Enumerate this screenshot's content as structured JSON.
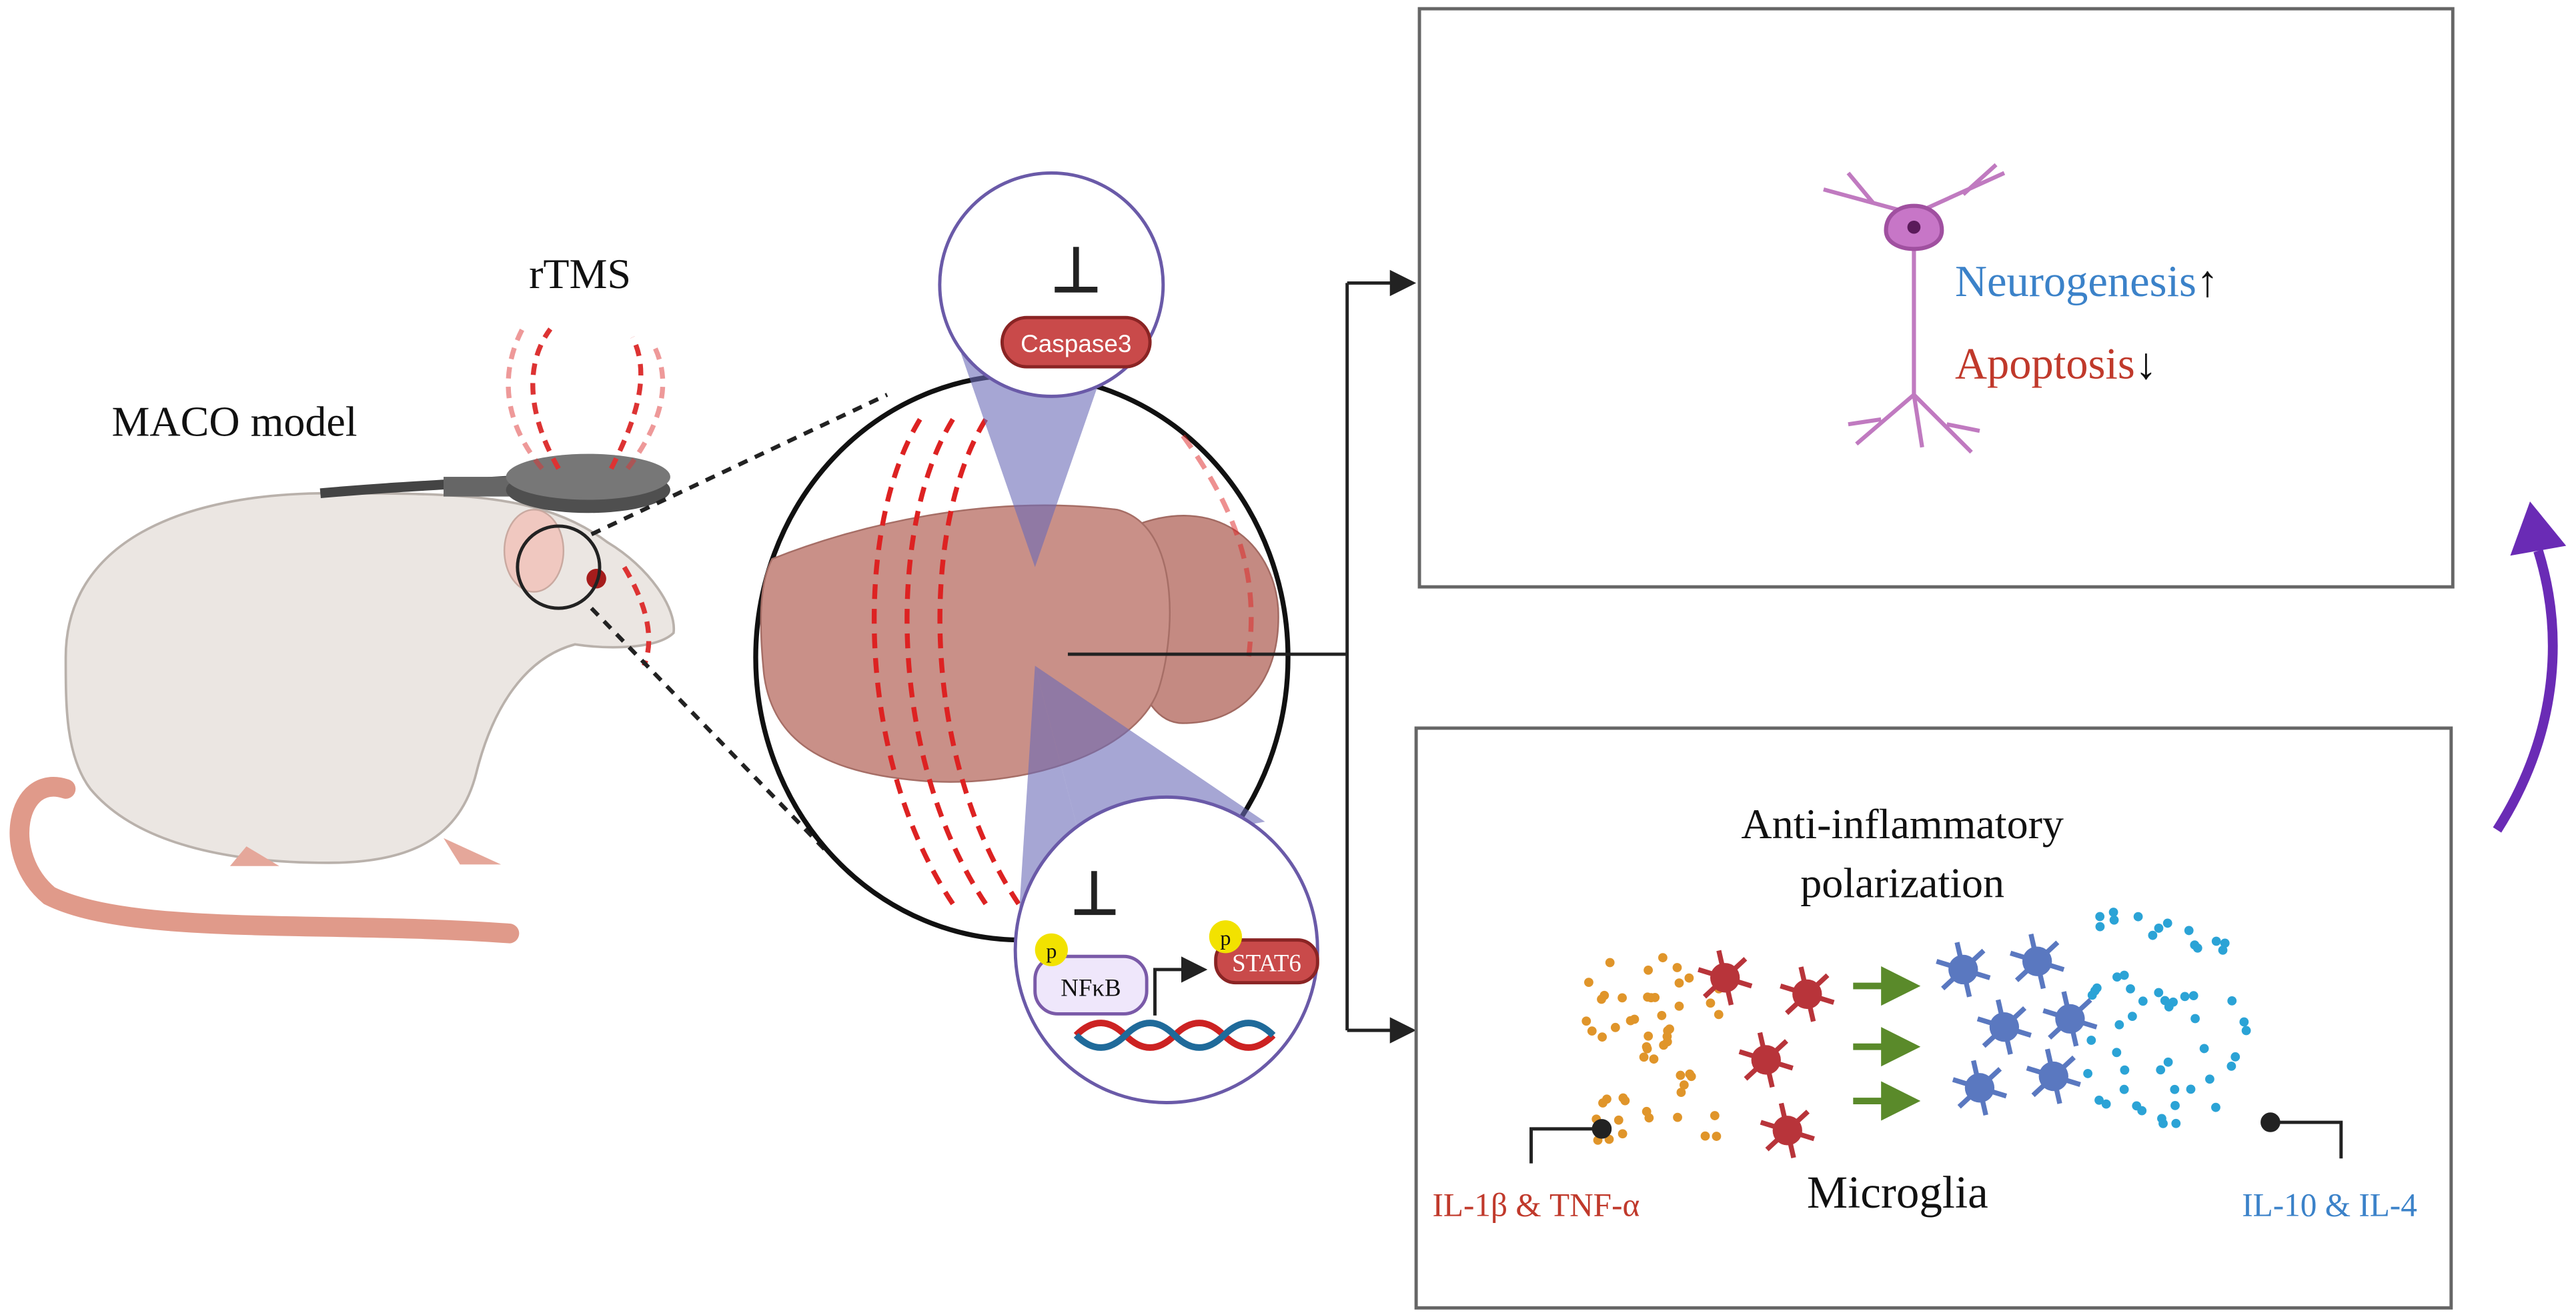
{
  "labels": {
    "model": "MACO model",
    "stimulation": "rTMS",
    "caspase": "Caspase3",
    "nfkb": "NFκB",
    "stat6": "STAT6",
    "phospho": "p",
    "neurogenesis": "Neurogenesis",
    "neurogenesis_arrow": "↑",
    "apoptosis": "Apoptosis",
    "apoptosis_arrow": "↓",
    "polarization_line1": "Anti-inflammatory",
    "polarization_line2": "polarization",
    "microglia": "Microglia",
    "pro_cytokines": "IL-1β & TNF-α",
    "anti_cytokines": "IL-10 & IL-4"
  },
  "colors": {
    "blue_text": "#3b82c9",
    "red_text": "#c0392b",
    "brain": "#c48a82",
    "lens": "#6a6ab8",
    "pro_dots": "#e0952a",
    "anti_dots": "#2ba3d6",
    "m1_cell": "#b8343a",
    "m2_cell": "#5a78c0",
    "curved_arrow": "#6a2bb5"
  }
}
